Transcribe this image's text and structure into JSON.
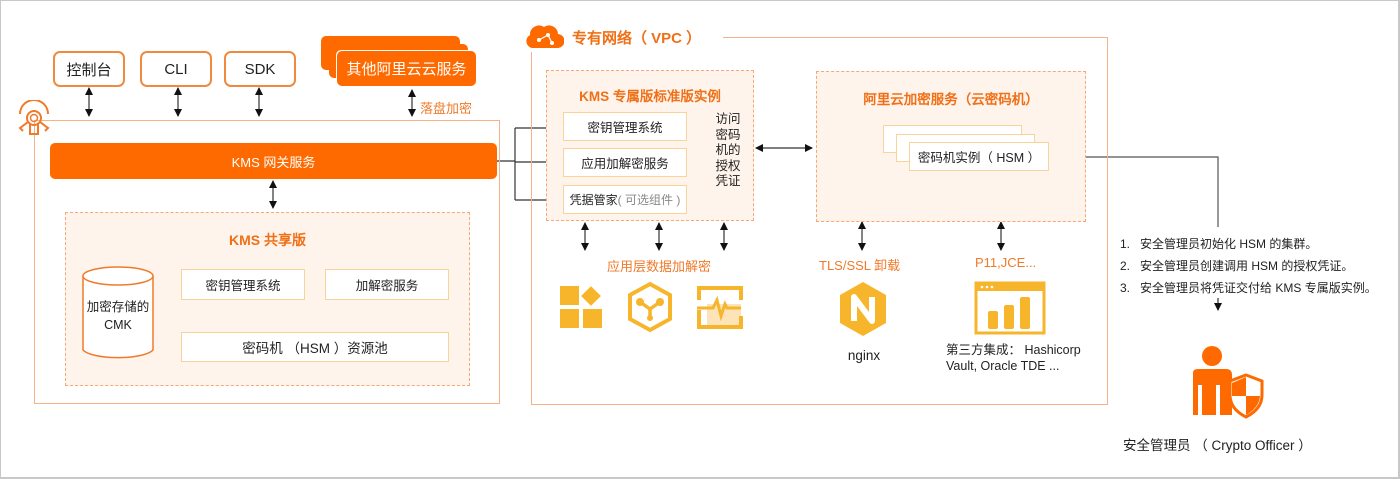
{
  "clients": {
    "console": "控制台",
    "cli": "CLI",
    "sdk": "SDK",
    "other_services": "其他阿里云云服务",
    "disk_encryption": "落盘加密"
  },
  "kms_gateway": "KMS 网关服务",
  "shared": {
    "title": "KMS 共享版",
    "storage_line1": "加密存储的",
    "storage_line2": "CMK",
    "key_mgmt": "密钥管理系统",
    "crypto_service": "加解密服务",
    "hsm_pool": "密码机 （HSM ）资源池"
  },
  "vpc": {
    "title": "专有网络（ VPC ）",
    "dedicated": {
      "title": "KMS 专属版标准版实例",
      "key_mgmt": "密钥管理系统",
      "app_crypto": "应用加解密服务",
      "secrets_main": "凭据管家",
      "secrets_optional": "( 可选组件 )",
      "access_credential": [
        "访问",
        "密码",
        "机的",
        "授权",
        "凭证"
      ]
    },
    "app_layer_label": "应用层数据加解密",
    "cloud_hsm": {
      "title": "阿里云加密服务（云密码机）",
      "instance": "密码机实例（ HSM ）"
    },
    "tls_label": "TLS/SSL 卸载",
    "nginx_label": "nginx",
    "p11_label": "P11,JCE...",
    "third_party_line1": "第三方集成： Hashicorp",
    "third_party_line2": "Vault, Oracle TDE ..."
  },
  "steps": [
    {
      "num": "1.",
      "text": "安全管理员初始化 HSM 的集群。"
    },
    {
      "num": "2.",
      "text": "安全管理员创建调用 HSM 的授权凭证。"
    },
    {
      "num": "3.",
      "text": "安全管理员将凭证交付给 KMS 专属版实例。"
    }
  ],
  "crypto_officer": "安全管理员 （ Crypto Officer ）",
  "colors": {
    "accent": "#ff6a00",
    "accent_text": "#f07018",
    "icon_yellow": "#f7b52c",
    "panel_fill": "#fff4ec"
  }
}
